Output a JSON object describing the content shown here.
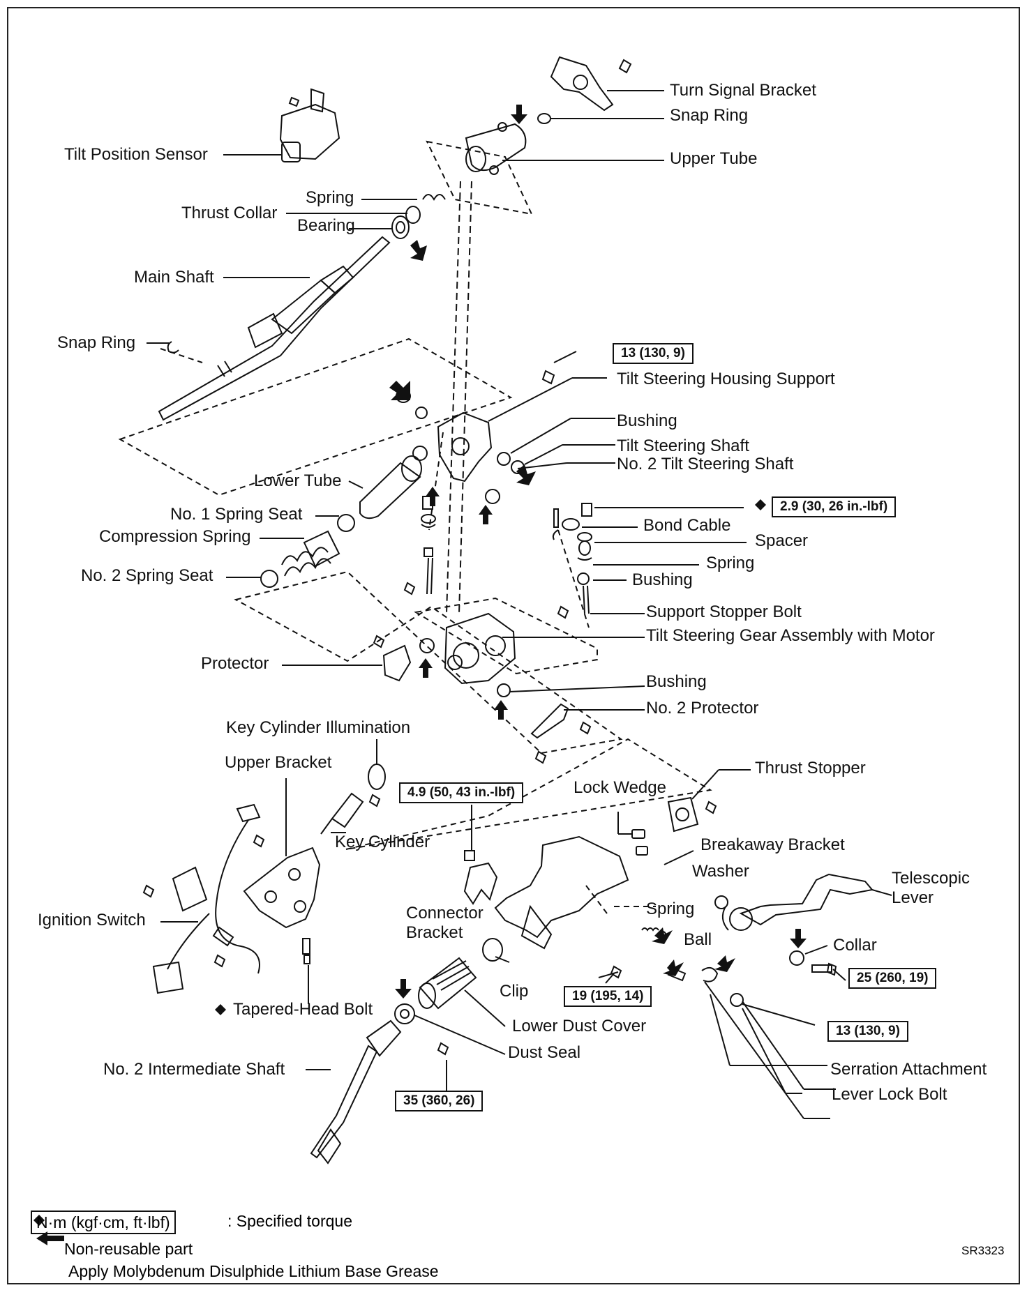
{
  "labels": {
    "turn_signal_bracket": "Turn Signal Bracket",
    "snap_ring_top": "Snap Ring",
    "upper_tube": "Upper Tube",
    "tilt_position_sensor": "Tilt Position Sensor",
    "spring_top": "Spring",
    "thrust_collar": "Thrust Collar",
    "bearing": "Bearing",
    "main_shaft": "Main Shaft",
    "snap_ring_left": "Snap Ring",
    "tilt_steering_housing_support": "Tilt Steering Housing Support",
    "bushing_1": "Bushing",
    "tilt_steering_shaft": "Tilt Steering Shaft",
    "no2_tilt_steering_shaft": "No. 2 Tilt Steering Shaft",
    "lower_tube": "Lower Tube",
    "no1_spring_seat": "No. 1 Spring Seat",
    "compression_spring": "Compression Spring",
    "no2_spring_seat": "No. 2 Spring Seat",
    "bond_cable": "Bond Cable",
    "spacer": "Spacer",
    "spring_mid": "Spring",
    "bushing_2": "Bushing",
    "support_stopper_bolt": "Support Stopper Bolt",
    "tilt_steering_gear": "Tilt Steering Gear Assembly with Motor",
    "protector": "Protector",
    "bushing_3": "Bushing",
    "no2_protector": "No. 2 Protector",
    "key_cylinder_illumination": "Key Cylinder Illumination",
    "upper_bracket": "Upper Bracket",
    "thrust_stopper": "Thrust Stopper",
    "lock_wedge": "Lock Wedge",
    "key_cylinder": "Key Cylinder",
    "breakaway_bracket": "Breakaway Bracket",
    "washer": "Washer",
    "telescopic_lever_1": "Telescopic",
    "telescopic_lever_2": "Lever",
    "ignition_switch": "Ignition Switch",
    "connector_bracket_1": "Connector",
    "connector_bracket_2": "Bracket",
    "spring_low": "Spring",
    "ball": "Ball",
    "collar": "Collar",
    "clip": "Clip",
    "tapered_head_bolt": "Tapered-Head Bolt",
    "lower_dust_cover": "Lower Dust Cover",
    "dust_seal": "Dust Seal",
    "serration_attachment": "Serration Attachment",
    "no2_intermediate_shaft": "No. 2 Intermediate Shaft",
    "lever_lock_bolt": "Lever Lock Bolt"
  },
  "torques": {
    "t_13a": "13 (130, 9)",
    "t_29": "2.9 (30, 26 in.-lbf)",
    "t_49": "4.9 (50, 43 in.-lbf)",
    "t_25": "25 (260, 19)",
    "t_19": "19 (195, 14)",
    "t_13b": "13 (130, 9)",
    "t_35": "35 (360, 26)"
  },
  "legend": {
    "torque_unit": "N·m (kgf·cm, ft·lbf)",
    "torque_desc": ":  Specified torque",
    "nonreusable": "Non-reusable part",
    "grease": "Apply Molybdenum Disulphide Lithium Base Grease"
  },
  "code": "SR3323",
  "colors": {
    "ink": "#111111",
    "background": "#ffffff"
  }
}
